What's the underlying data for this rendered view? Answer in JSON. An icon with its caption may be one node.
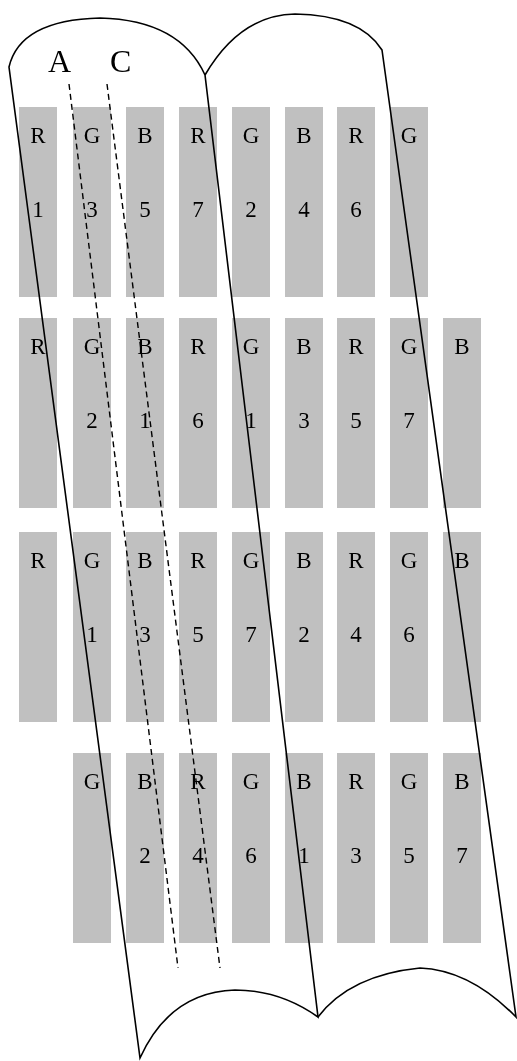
{
  "diagram": {
    "nodes": [
      {
        "text": [
          "R",
          "1"
        ]
      },
      {
        "text": [
          "G",
          "3"
        ]
      },
      {
        "text": [
          "B",
          "5"
        ]
      },
      {
        "text": [
          "R",
          "7"
        ]
      },
      {
        "text": [
          "G",
          "2"
        ]
      },
      {
        "text": [
          "B",
          "4"
        ]
      },
      {
        "text": [
          "R",
          "6"
        ]
      },
      {
        "text": [
          "G"
        ]
      },
      {
        "text": [
          "R"
        ]
      },
      {
        "text": [
          "G",
          "2"
        ]
      },
      {
        "text": [
          "B",
          "1"
        ]
      },
      {
        "text": [
          "R",
          "6"
        ]
      },
      {
        "text": [
          "G",
          "1"
        ]
      },
      {
        "text": [
          "B",
          "3"
        ]
      },
      {
        "text": [
          "R",
          "5"
        ]
      },
      {
        "text": [
          "G",
          "7"
        ]
      },
      {
        "text": [
          "B"
        ]
      },
      {
        "text": [
          "R"
        ]
      },
      {
        "text": [
          "G",
          "1"
        ]
      },
      {
        "text": [
          "B",
          "3"
        ]
      },
      {
        "text": [
          "R",
          "5"
        ]
      },
      {
        "text": [
          "G",
          "7"
        ]
      },
      {
        "text": [
          "B",
          "2"
        ]
      },
      {
        "text": [
          "R",
          "4"
        ]
      },
      {
        "text": [
          "G",
          "6"
        ]
      },
      {
        "text": [
          "B"
        ]
      },
      {
        "text": [
          "G"
        ]
      },
      {
        "text": [
          "B",
          "2"
        ]
      },
      {
        "text": [
          "R",
          "4"
        ]
      },
      {
        "text": [
          "G",
          "6"
        ]
      },
      {
        "text": [
          "B",
          "1"
        ]
      },
      {
        "text": [
          "R",
          "3"
        ]
      },
      {
        "text": [
          "G",
          "5"
        ]
      },
      {
        "text": [
          "B",
          "7"
        ]
      }
    ],
    "labels": [
      "A",
      "C"
    ]
  }
}
